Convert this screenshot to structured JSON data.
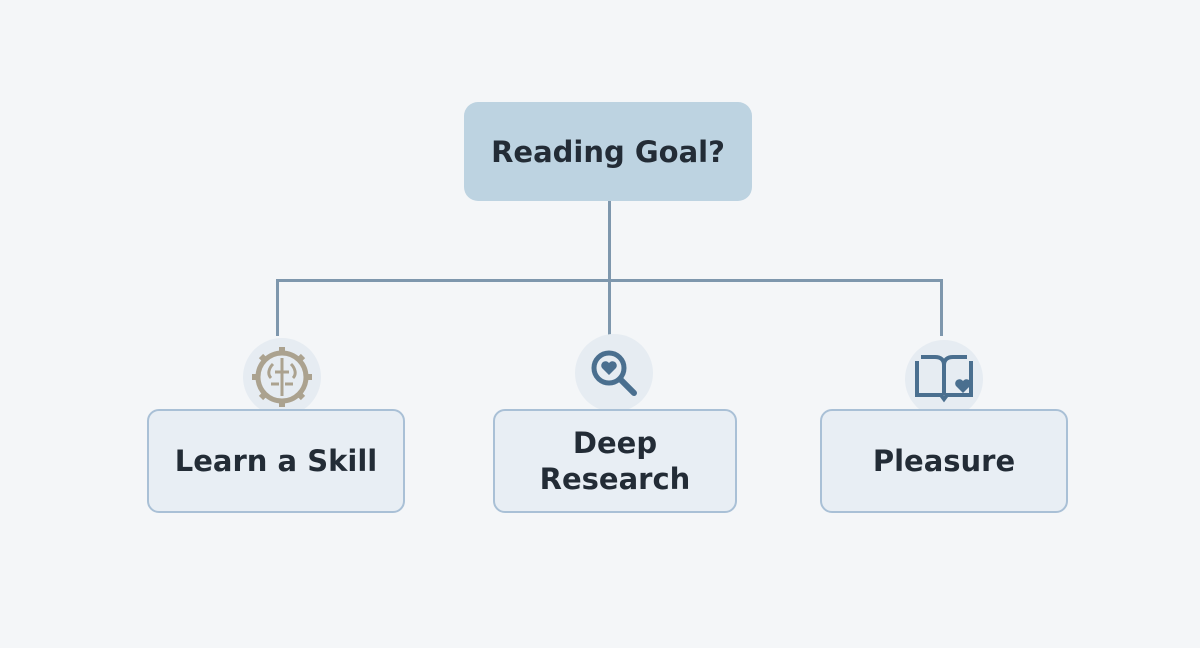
{
  "root": {
    "label": "Reading Goal?"
  },
  "options": [
    {
      "label": "Learn a Skill",
      "icon": "brain-gear-icon"
    },
    {
      "label": "Deep\nResearch",
      "icon": "magnifier-heart-icon"
    },
    {
      "label": "Pleasure",
      "icon": "book-heart-icon"
    }
  ],
  "colors": {
    "root_fill": "#bdd3e1",
    "leaf_fill": "#e8eef4",
    "connector": "#7e97ad",
    "icon_blue": "#4a6f8f",
    "icon_tan": "#aba28f"
  }
}
